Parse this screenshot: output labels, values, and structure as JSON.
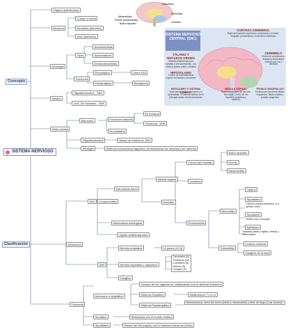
{
  "root": "SISTEMA NERVIOSO",
  "concepto": {
    "title": "Concepto",
    "organos": "Órgano actividrenica",
    "neurona": "Neurona",
    "neurona_parts": [
      "Cuerpo o soma",
      "Dendritas (aferente)",
      "Axón (eferente)"
    ],
    "neuroglia": "Neuroglia",
    "tipos": "Tipos",
    "tipos_items": [
      "Axodendríticas",
      "Axosomáticas",
      "Dendrodendríticas"
    ],
    "funciones": "Funciones",
    "presinaptico": "Presináptico",
    "libera_nts": "Libera NTs",
    "postsinaptico": "Postsináptico",
    "receptores": "Receptores",
    "medios": "Medios",
    "oligodendrocitos": "Oligodendrocitos - SNC",
    "schwann": "Cels. De Schwann - SNP",
    "otras": "Otras celulas",
    "astrocitos": "Astrocitos",
    "funciones_basicas": "Funciones basicas",
    "estructural": "Es fructural",
    "funcional": "Funcional - BHE",
    "es_traslados": "Es traslados",
    "oligodendrocitos2": "Oligodendrocitos",
    "vainas": "Vainas de mielina en SNC",
    "microglia": "Microglia",
    "sistema_mono": "Sistema mononuclear-fagocitico de eliminacion de residuos y de defensa"
  },
  "clasificacion": {
    "title": "Clasificación",
    "anatomica": "Anatomica",
    "snc": "SNC",
    "componentes": "Componentes",
    "estructuras": "Estructuras nerve",
    "medula": "Medula espinal",
    "encefalo": "Encéfalo",
    "tronco": "Tronco del encefalo",
    "tronco_items": [
      "Bulbo raquideo",
      "Puente",
      "Mesencefalo"
    ],
    "cerebelo": "Cerebelo",
    "prosencefalo": "Prosencefalo",
    "diencefalo": "Diencefalo",
    "diencefalo_items": [
      "Tálamo",
      "Hipotálamo",
      "Función manual: pelosome, a.d. quedat, cuelo...",
      "Subtálamo",
      "Núcleo rojo y zona gris",
      "Epitálamo",
      "Glándula pineal y rojillas, crestas y habenulares"
    ],
    "telencefalo": "Telencefalo",
    "telencefalo_items": [
      "Corteza cerebral",
      "Ganglios de la base"
    ],
    "membranas": "Membranas meningeas",
    "liquido": "Liquido cefalorraquídeo",
    "snp": "SNP",
    "nervios_craneales": "Nervios craneales",
    "pares": "12 pares (12 N)",
    "nervios_espinales": "Nervios espinales o raquideos",
    "espinales_items": [
      "Cervicales (8)",
      "Torácicos (12)",
      "Lumbares (5)",
      "Sacros (5)",
      "Coxigeo (1)"
    ],
    "ganglios": "Ganglios",
    "funcional": "Funcional",
    "autonomo": "Autonomo o vegetativo",
    "autonomo_desc": "Funcion de los organos en colaboración con el sistema endocrino",
    "simpatico": "Sistema Simpático",
    "simpatico_desc": "Metamericos T1 a L3",
    "parasimpatico": "Sistema Parasimpático",
    "parasimpatico_desc": "Neumeluericos, viene del tronco (bulbo y mesencefalo) y tiene del sego (2 par craneal)",
    "somatico": "Somatico",
    "somatico_desc": "Relaciones con el mundo exterior",
    "hipotalamo": "Hipotálamo",
    "hipotalamo_desc": "Enlace del SN (rapido) con el sistema endocrino (lento)"
  },
  "illustration": {
    "brain_labels": [
      "Telencéfalo",
      "Diencéfalo",
      "Mesencéfalo",
      "Puente (metencéfalo)",
      "Bulbo raquídeo",
      "Cerebelo"
    ],
    "snc_title": "SISTEMA NERVIOSO CENTRAL (SNC)",
    "corteza_title": "CORTEZA CEREBRAL",
    "corteza_desc": "Rige las funciones superiores: conciencia y el habla, lenguaje, pensamiento, movimiento voluntario",
    "talamo_title": "TÁLAMO Y NÚCLEOS GRISES",
    "talamo_desc": "Estación intermedia para señales e interconexiones. Los núcleos grises, pálido, estriado",
    "hipotalamo_title": "HIPOTÁLAMO",
    "hipotalamo_desc": "Control de hipersistencias organo: hormonas y funciones",
    "cerebelo_title": "CEREBELO",
    "cerebelo_desc": "Centro de coordinación. Integra la información recibida por los 4 sentidos",
    "hipocampo_title": "HIPOCAMPO Y SISTEMA LÍMBICO",
    "hipocampo_desc": "Sede principal de la memoria y el aprendizaje. El sistema límbico es el principal núcleo de las emociones",
    "medula_title": "MÉDULA ESPINAL",
    "medula_desc": "Rigue transmisión de las vías nerviosas. Centro de los impulsos sensitivos y motrices",
    "tronco_title": "TRONCO ENCEFÁLICO",
    "tronco_desc": "Controla las funciones vitales: respiración, latido cardíaco, presión sanguínea"
  }
}
